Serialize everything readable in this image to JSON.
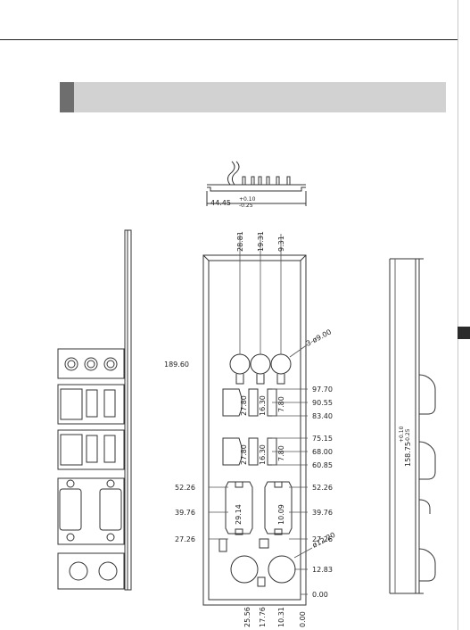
{
  "heading": {
    "title_text": ""
  },
  "top_view": {
    "width": "44.45",
    "tol_plus": "+0.10",
    "tol_minus": "-0.25"
  },
  "front_view": {
    "overall_height": "189.60",
    "top_dims": [
      "28.81",
      "19.31",
      "9.31"
    ],
    "hole_note": "3-ø9.00",
    "right_dims": [
      "97.70",
      "90.55",
      "83.40",
      "75.15",
      "68.00",
      "60.85"
    ],
    "usb_inner_upper": [
      "27.80",
      "16.30",
      "7.80"
    ],
    "usb_inner_lower": [
      "27.80",
      "16.30",
      "7.80"
    ],
    "port_left_dims": [
      "52.26",
      "39.76",
      "27.26"
    ],
    "port_right_dims": [
      "52.26",
      "39.76",
      "27.26"
    ],
    "port_inner": [
      "29.14",
      "10.09"
    ],
    "ps2_note": "ø12.20",
    "ps2_dim": "12.83",
    "bottom_dims": [
      "25.56",
      "17.76",
      "10.31",
      "0.00"
    ],
    "zero_label": "0.00"
  },
  "side_view": {
    "height": "158.75",
    "tol_plus": "+0.10",
    "tol_minus": "-0.25"
  }
}
